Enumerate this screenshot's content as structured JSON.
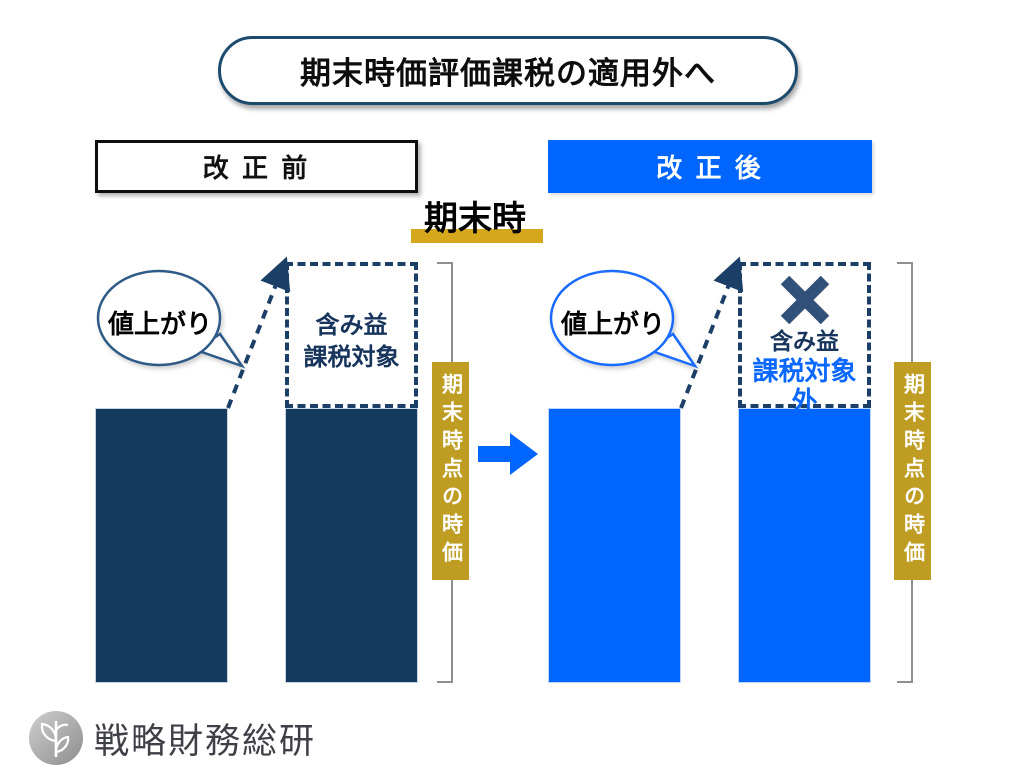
{
  "title": "期末時価評価課税の適用外へ",
  "headers": {
    "before": "改 正 前",
    "after": "改 正 後"
  },
  "caption": "期末時",
  "before": {
    "bubble": "値上がり",
    "gain_label": "含み益",
    "tax_label": "課税対象",
    "side_label": "期末時点の時価"
  },
  "after": {
    "bubble": "値上がり",
    "gain_label": "含み益",
    "tax_label": "課税対象外",
    "side_label": "期末時点の時価"
  },
  "footer": {
    "brand": "戦略財務総研"
  },
  "icons": {
    "cross": "cross-icon",
    "arrow": "arrow-right-icon",
    "sprout": "sprout-logo-icon"
  },
  "colors": {
    "navy_bar": "#143a60",
    "bright_blue": "#0066ff",
    "gold_label": "#bf9d22",
    "gold_underline": "#d4a71c",
    "dashed_navy": "#1b3f66",
    "cross_navy": "#31517a",
    "bracket_gray": "#8f8f8f"
  }
}
